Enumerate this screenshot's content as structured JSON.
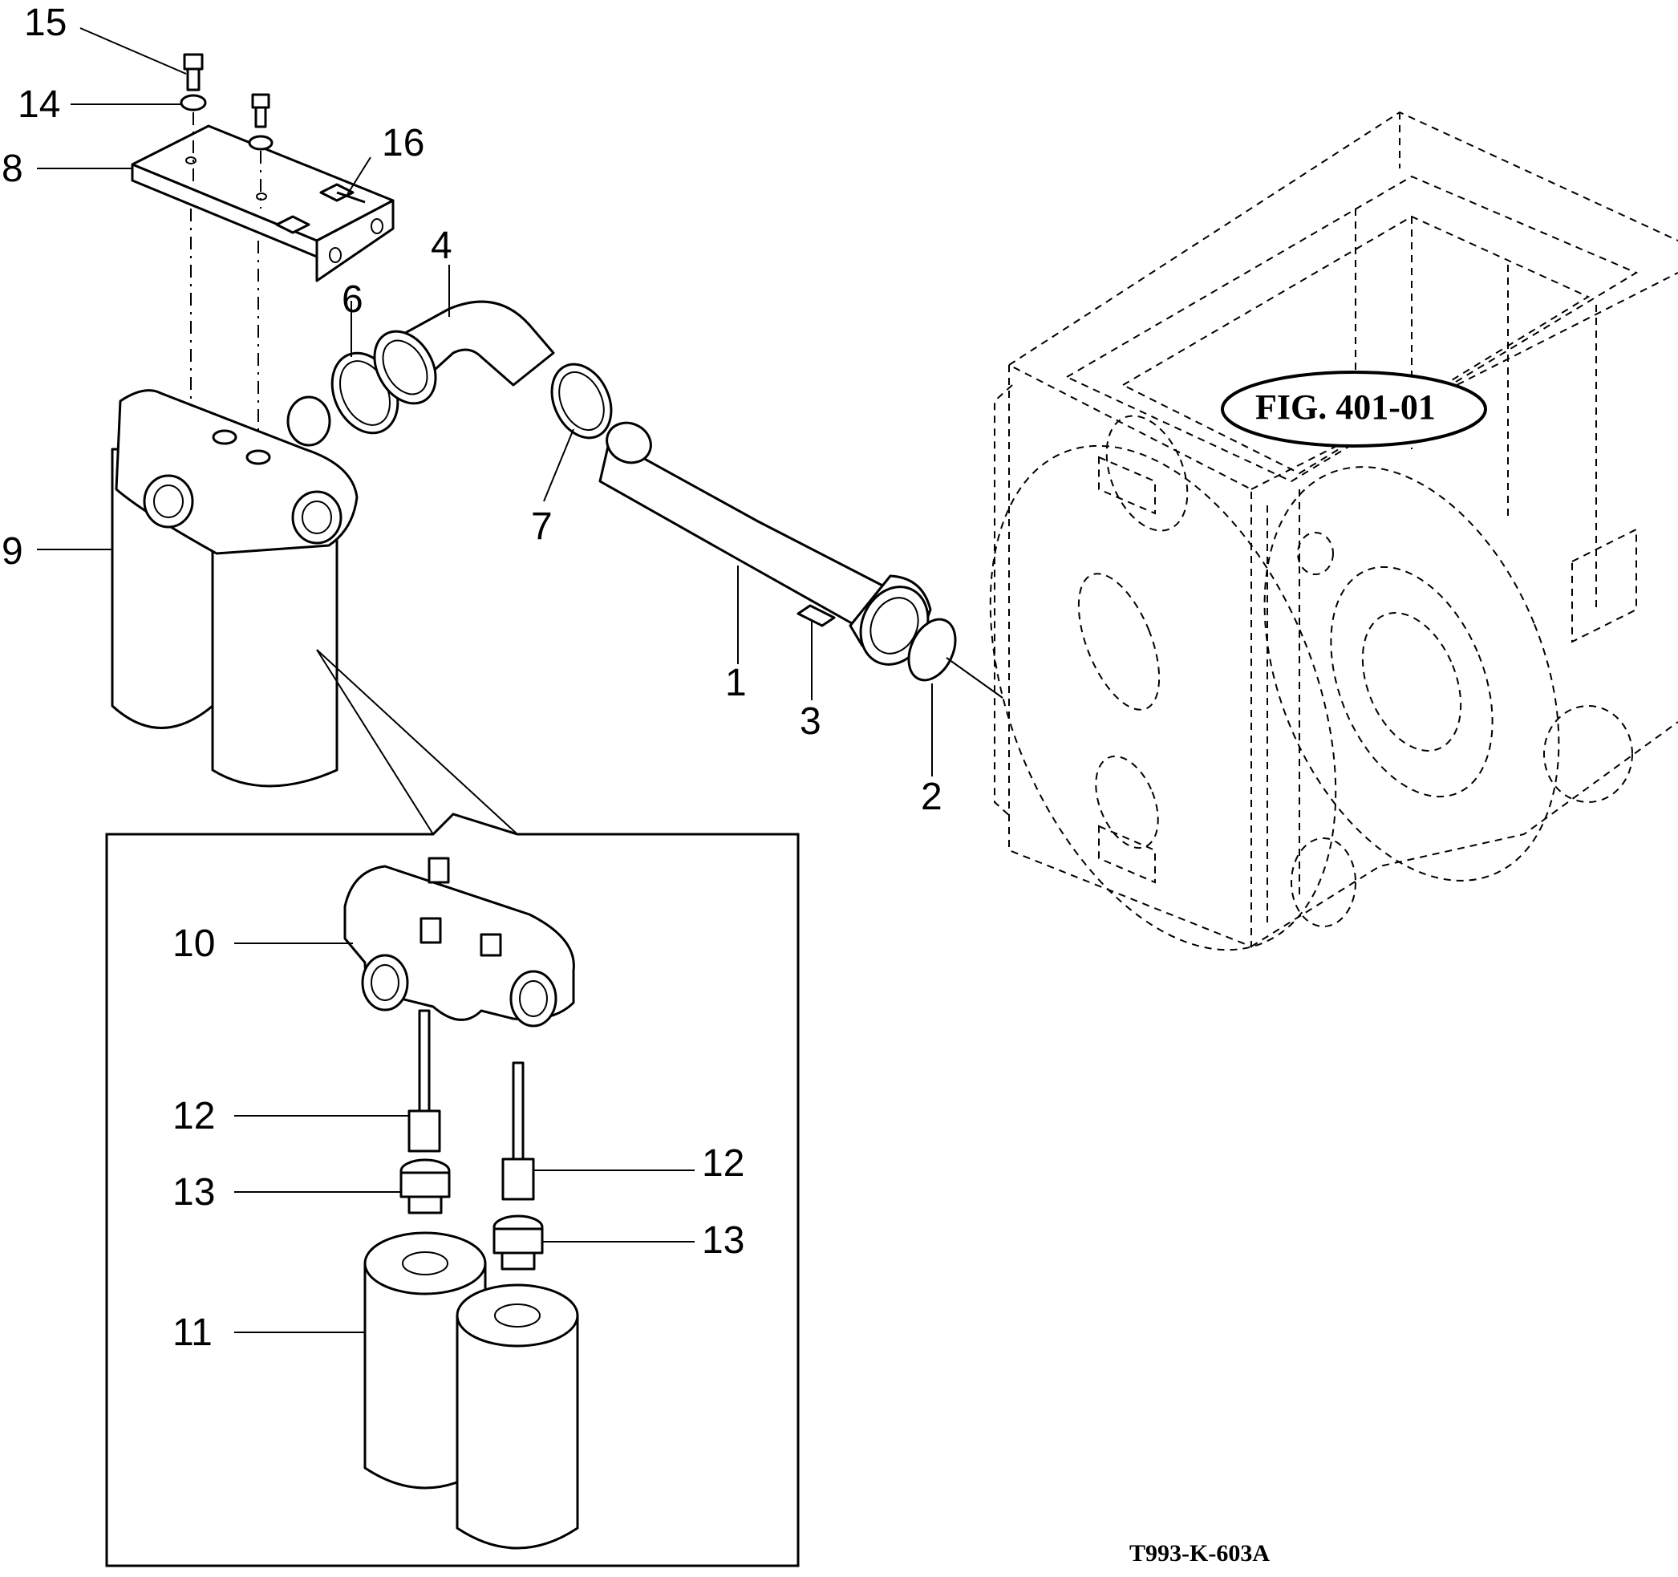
{
  "figure_reference": "FIG. 401-01",
  "drawing_id": "T993-K-603A",
  "callouts": {
    "c1": "1",
    "c2": "2",
    "c3": "3",
    "c4": "4",
    "c6": "6",
    "c7": "7",
    "c8": "8",
    "c9": "9",
    "c10": "10",
    "c11": "11",
    "c12a": "12",
    "c12b": "12",
    "c13a": "13",
    "c13b": "13",
    "c14": "14",
    "c15": "15",
    "c16": "16"
  },
  "colors": {
    "line": "#000000",
    "background": "#ffffff"
  }
}
